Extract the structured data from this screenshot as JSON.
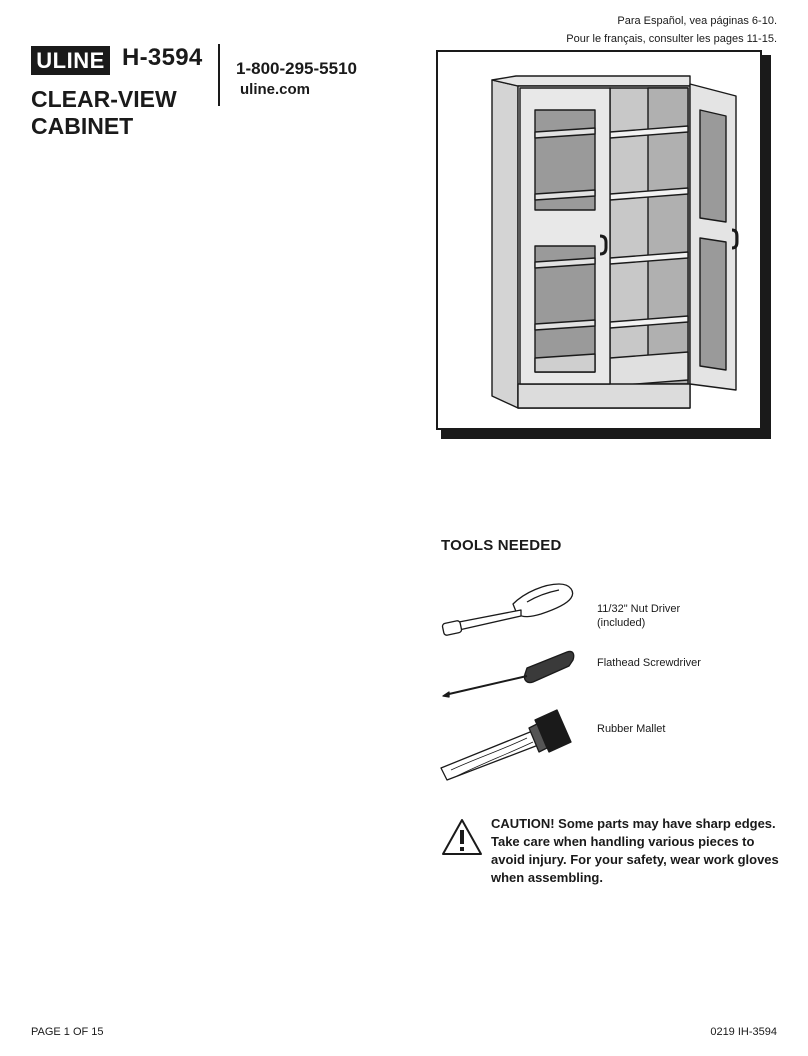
{
  "header": {
    "brand": "ULINE",
    "model": "H-3594",
    "title": "CLEAR-VIEW CABINET",
    "phone": "1-800-295-5510",
    "website": "uline.com"
  },
  "languages": {
    "spanish": "Para Español, vea páginas 6-10.",
    "french": "Pour le français, consulter les pages 11-15."
  },
  "tools": {
    "heading": "TOOLS NEEDED",
    "items": [
      {
        "label_line1": "11/32\" Nut Driver",
        "label_line2": "(included)",
        "icon": "nut-driver-icon"
      },
      {
        "label_line1": "Flathead Screwdriver",
        "label_line2": "",
        "icon": "screwdriver-icon"
      },
      {
        "label_line1": "Rubber Mallet",
        "label_line2": "",
        "icon": "mallet-icon"
      }
    ]
  },
  "caution": {
    "text": "CAUTION! Some parts may have sharp edges. Take care when handling various pieces to avoid injury. For your safety, wear work gloves when assembling.",
    "icon": "warning-triangle-icon"
  },
  "footer": {
    "page": "PAGE 1 OF 15",
    "doc_code": "0219 IH-3594"
  }
}
